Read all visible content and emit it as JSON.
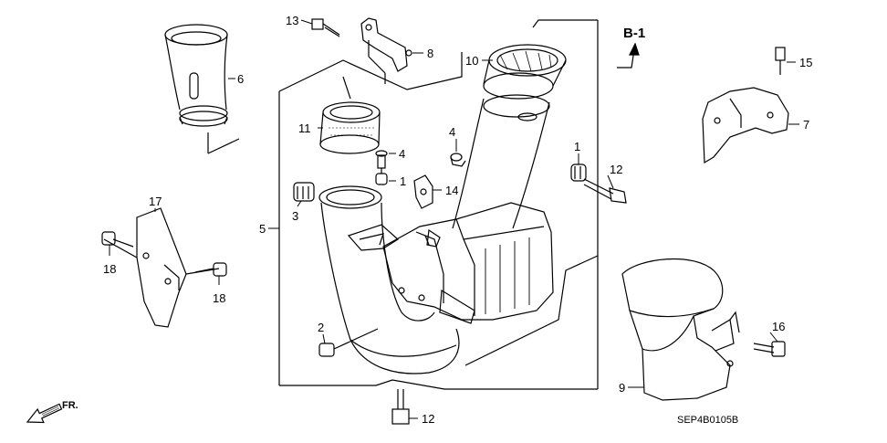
{
  "diagram": {
    "reference": "B-1",
    "drawing_code": "SEP4B0105B",
    "direction_label": "FR.",
    "direction_icon": "front-direction-arrow-icon",
    "callouts": {
      "p13": "13",
      "p8": "8",
      "p6": "6",
      "p10": "10",
      "p15": "15",
      "p7": "7",
      "p11": "11",
      "p4a": "4",
      "p4b": "4",
      "p1a": "1",
      "p1b": "1",
      "p12a": "12",
      "p14": "14",
      "p3": "3",
      "p5": "5",
      "p17": "17",
      "p18a": "18",
      "p18b": "18",
      "p2": "2",
      "p16": "16",
      "p9": "9",
      "p12b": "12"
    }
  }
}
